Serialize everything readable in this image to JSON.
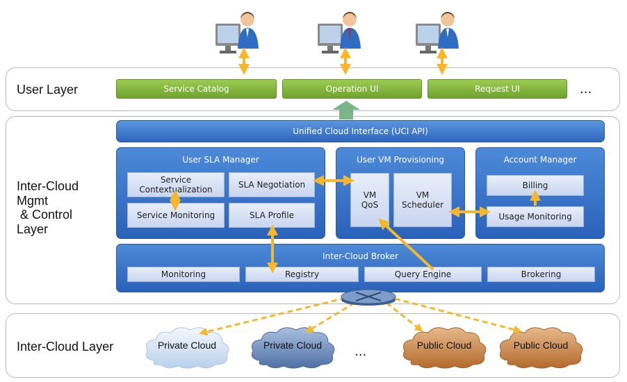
{
  "user_layer": {
    "label": "User Layer",
    "buttons": [
      "Service Catalog",
      "Operation UI",
      "Request UI"
    ],
    "ellipsis": "..."
  },
  "mgmt_layer": {
    "label_lines": [
      "Inter-Cloud",
      "Mgmt",
      " & Control",
      "Layer"
    ],
    "uci_api": "Unified Cloud Interface (UCI API)",
    "user_sla_manager": {
      "title": "User SLA Manager",
      "items": [
        "Service Contextualization",
        "SLA Negotiation",
        "Service Monitoring",
        "SLA Profile"
      ]
    },
    "user_vm_provisioning": {
      "title": "User VM Provisioning",
      "items": [
        "VM QoS",
        "VM Scheduler"
      ]
    },
    "account_manager": {
      "title": "Account Manager",
      "items": [
        "Billing",
        "Usage Monitoring"
      ]
    },
    "broker": {
      "title": "Inter-Cloud Broker",
      "items": [
        "Monitoring",
        "Registry",
        "Query Engine",
        "Brokering"
      ]
    }
  },
  "cloud_layer": {
    "label": "Inter-Cloud Layer",
    "clouds": [
      "Private Cloud",
      "Private Cloud",
      "Public Cloud",
      "Public Cloud"
    ],
    "ellipsis": "..."
  },
  "colors": {
    "green_button": "#7ab13a",
    "blue_component": "#2f6cc4",
    "arrow_yellow": "#f6b82a",
    "cloud_private_light": "#cfe1f5",
    "cloud_private_dark": "#5c7fb5",
    "cloud_public": "#c07a3e"
  },
  "icons": [
    "user-at-computer-icon",
    "network-hub-icon",
    "cloud-icon"
  ]
}
